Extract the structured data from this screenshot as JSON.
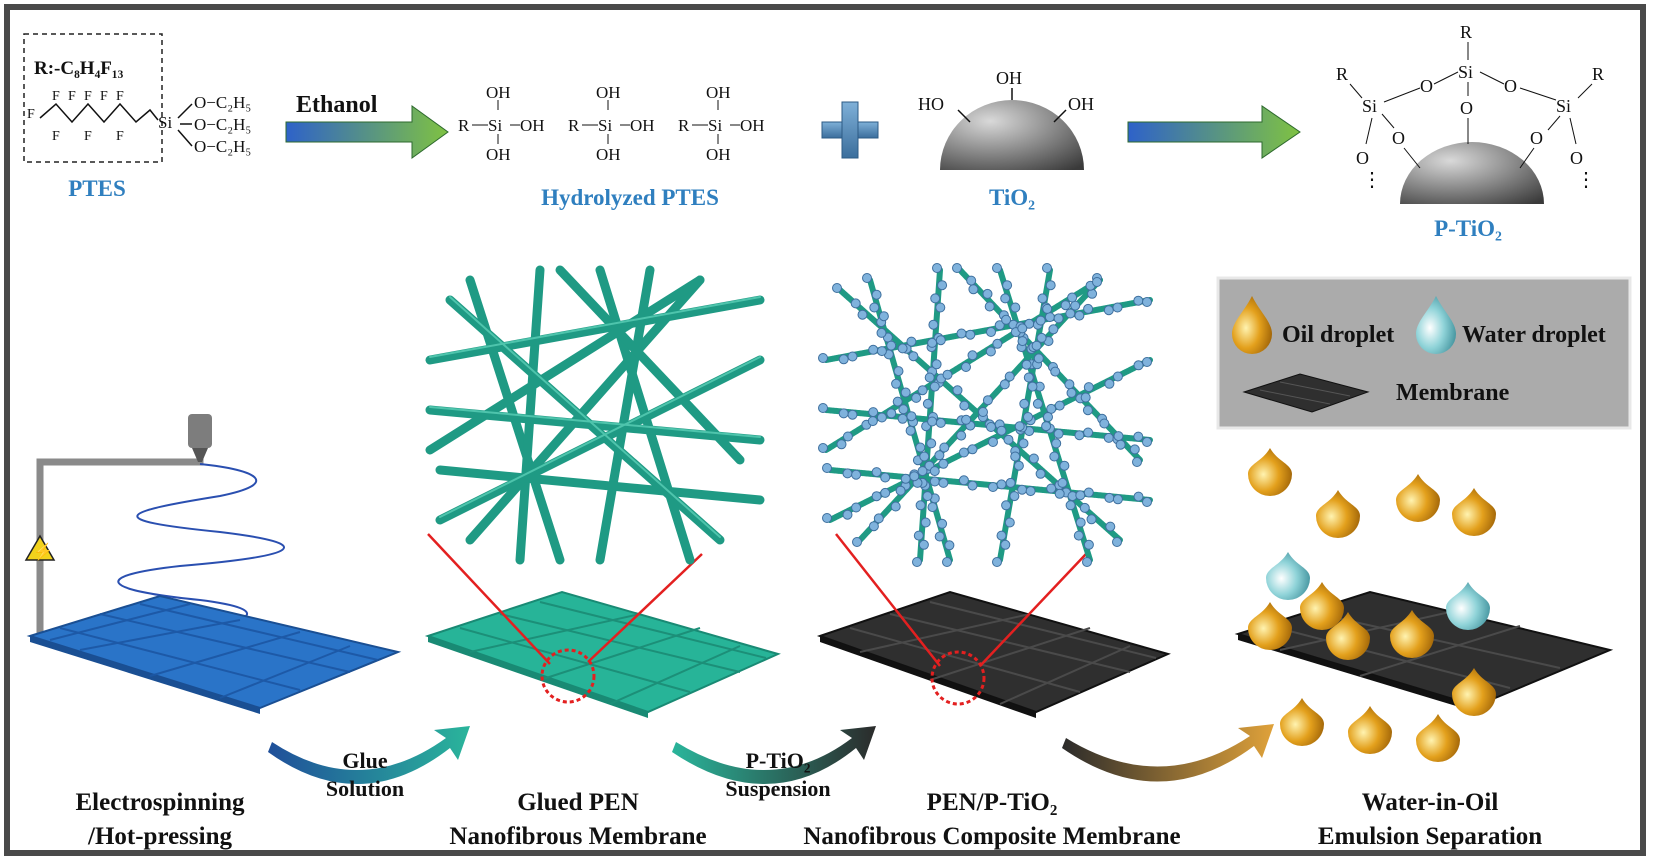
{
  "top": {
    "substituent": "R:-C₈H₄F₁₃",
    "ptes_label": "PTES",
    "reagent": "Ethanol",
    "hydrolyzed_label": "Hydrolyzed PTES",
    "tio2_label": "TiO₂",
    "ptio2_label": "P-TiO₂"
  },
  "chem": {
    "ethoxy": "O−C₂H₅",
    "si": "Si",
    "oh": "OH",
    "ho": "HO",
    "r": "R",
    "o": "O",
    "f": "F"
  },
  "legend": {
    "oil": "Oil droplet",
    "water": "Water droplet",
    "membrane": "Membrane"
  },
  "steps": {
    "s1_line1": "Electrospinning",
    "s1_line2": "/Hot-pressing",
    "arrow1_line1": "Glue",
    "arrow1_line2": "Solution",
    "s2_line1": "Glued PEN",
    "s2_line2": "Nanofibrous Membrane",
    "arrow2_line1": "P-TiO₂",
    "arrow2_line2": "Suspension",
    "s3_line1": "PEN/P-TiO₂",
    "s3_line2": "Nanofibrous Composite Membrane",
    "s4_line1": "Water-in-Oil",
    "s4_line2": "Emulsion Separation"
  },
  "colors": {
    "label_blue": "#2f7fbf",
    "fiber_teal": "#1f9a84",
    "membrane_blue": "#2a74c8",
    "membrane_black": "#2a2a2a",
    "oil": "#e3a01c",
    "water": "#8fd3d8"
  }
}
